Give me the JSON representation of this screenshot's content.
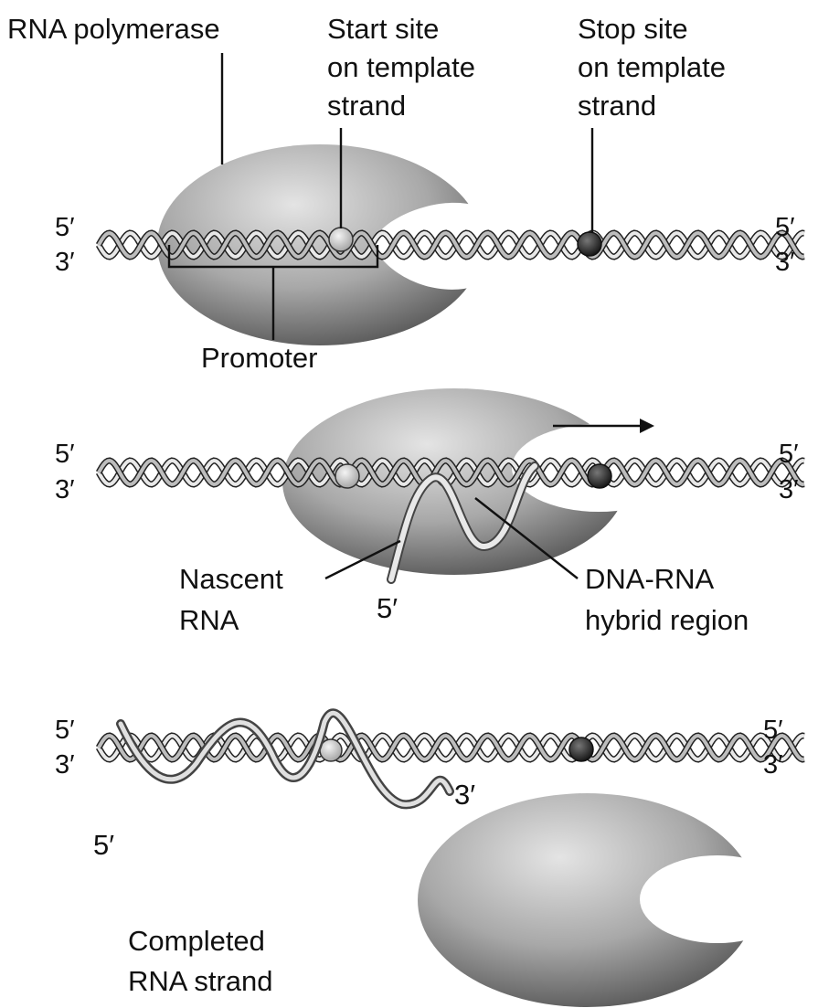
{
  "labels": {
    "rna_polymerase": "RNA polymerase",
    "start_site": [
      "Start site",
      "on template",
      "strand"
    ],
    "stop_site": [
      "Stop site",
      "on template",
      "strand"
    ],
    "promoter": "Promoter",
    "nascent_rna": [
      "Nascent",
      "RNA"
    ],
    "hybrid_region": [
      "DNA-RNA",
      "hybrid region"
    ],
    "completed_rna": [
      "Completed",
      "RNA strand"
    ]
  },
  "strand_ends": {
    "five_prime": "5′",
    "three_prime": "3′"
  },
  "colors": {
    "polymerase_light": "#d9d9d9",
    "polymerase_dark": "#5a5a5a",
    "dna_strand": "#cfcfcf",
    "start_site_marker": "#c8c8c8",
    "stop_site_marker": "#2a2a2a",
    "rna_strand": "#e6e6e6"
  },
  "icons": {
    "transcription_direction": "arrow-right-icon"
  }
}
